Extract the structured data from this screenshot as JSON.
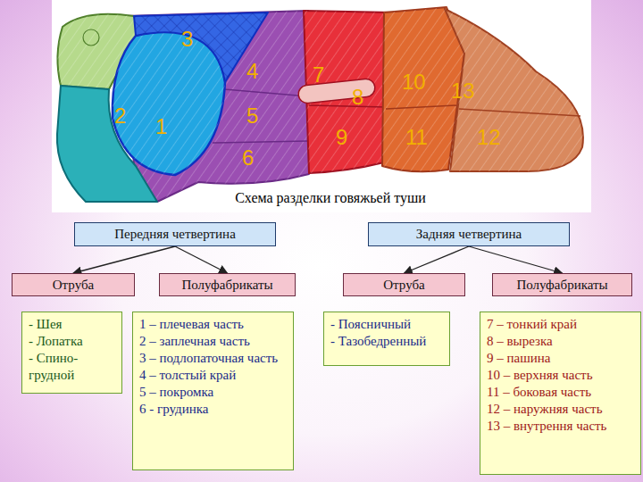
{
  "diagram": {
    "caption": "Схема разделки говяжьей туши",
    "nodes": [
      {
        "text": [
          "Передняя четвертина"
        ]
      },
      {
        "text": [
          "Задняя четвертина"
        ]
      },
      {
        "text": [
          "Отруба"
        ]
      },
      {
        "text": [
          "Полуфабрикаты"
        ]
      },
      {
        "text": [
          "Отруба"
        ]
      },
      {
        "text": [
          "Полуфабрикаты"
        ]
      },
      {
        "text": [
          "- Шея",
          "- Лопатка",
          "- Спино- грудной"
        ]
      },
      {
        "text": [
          "1 – плечевая часть",
          "2 – заплечная часть",
          "3 – подлопаточная часть",
          "4 – толстый край",
          "5 – покромка",
          "6 - грудинка"
        ]
      },
      {
        "text": [
          "- Поясничный",
          "- Тазобедренный"
        ]
      },
      {
        "text": [
          "7 – тонкий край",
          "8 – вырезка",
          "9 – пашина",
          "10 – верхняя часть",
          "11 – боковая часть",
          "12 – наружняя часть",
          "13 – внутрення часть"
        ]
      }
    ],
    "edges": [
      {
        "from": 0,
        "to": 2,
        "arrow": "to"
      },
      {
        "from": 0,
        "to": 3,
        "arrow": "to"
      },
      {
        "from": 1,
        "to": 4,
        "arrow": "to"
      },
      {
        "from": 1,
        "to": 5,
        "arrow": "to"
      }
    ],
    "labels": [
      "3",
      "4",
      "7",
      "10",
      "13",
      "8",
      "2",
      "1",
      "5",
      "9",
      "11",
      "12",
      "6"
    ]
  }
}
